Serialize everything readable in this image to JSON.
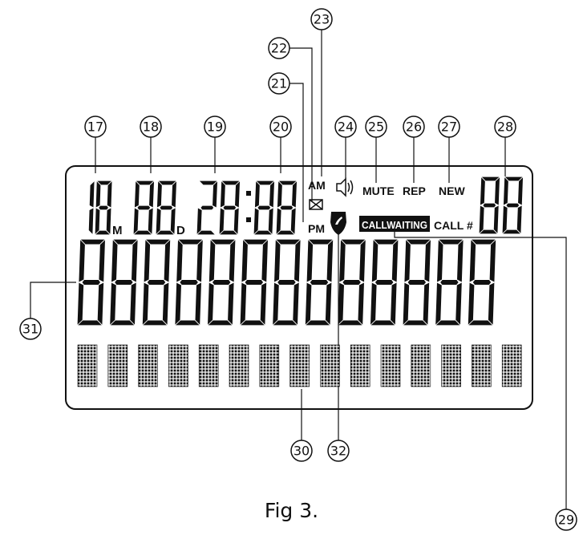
{
  "lcd": {
    "month_digits": "18",
    "month_suffix": "M",
    "day_digits": "88",
    "day_suffix": "D",
    "hour_digits": "28",
    "minute_digits": "88",
    "am_label": "AM",
    "pm_label": "PM",
    "mute_label": "MUTE",
    "rep_label": "REP",
    "new_label": "NEW",
    "callwaiting_label": "CALLWAITING",
    "call_number_label": "CALL #",
    "call_count_digits": "88",
    "number_line_digits": "8888888888888",
    "dot_matrix_cells": 15
  },
  "icons": [
    "envelope-icon",
    "speaker-icon",
    "phone-shield-icon"
  ],
  "callouts": [
    {
      "id": "17",
      "target": "month-digits"
    },
    {
      "id": "18",
      "target": "day-digits"
    },
    {
      "id": "19",
      "target": "hour-digits"
    },
    {
      "id": "20",
      "target": "minute-digits"
    },
    {
      "id": "21",
      "target": "pm-indicator"
    },
    {
      "id": "22",
      "target": "envelope-icon"
    },
    {
      "id": "23",
      "target": "am-indicator"
    },
    {
      "id": "24",
      "target": "speaker-icon"
    },
    {
      "id": "25",
      "target": "mute-indicator"
    },
    {
      "id": "26",
      "target": "rep-indicator"
    },
    {
      "id": "27",
      "target": "new-indicator"
    },
    {
      "id": "28",
      "target": "call-count-digits"
    },
    {
      "id": "29",
      "target": "callwaiting-indicator"
    },
    {
      "id": "30",
      "target": "dot-matrix-row"
    },
    {
      "id": "31",
      "target": "number-line"
    },
    {
      "id": "32",
      "target": "phone-shield-icon"
    }
  ],
  "caption": "Fig 3."
}
